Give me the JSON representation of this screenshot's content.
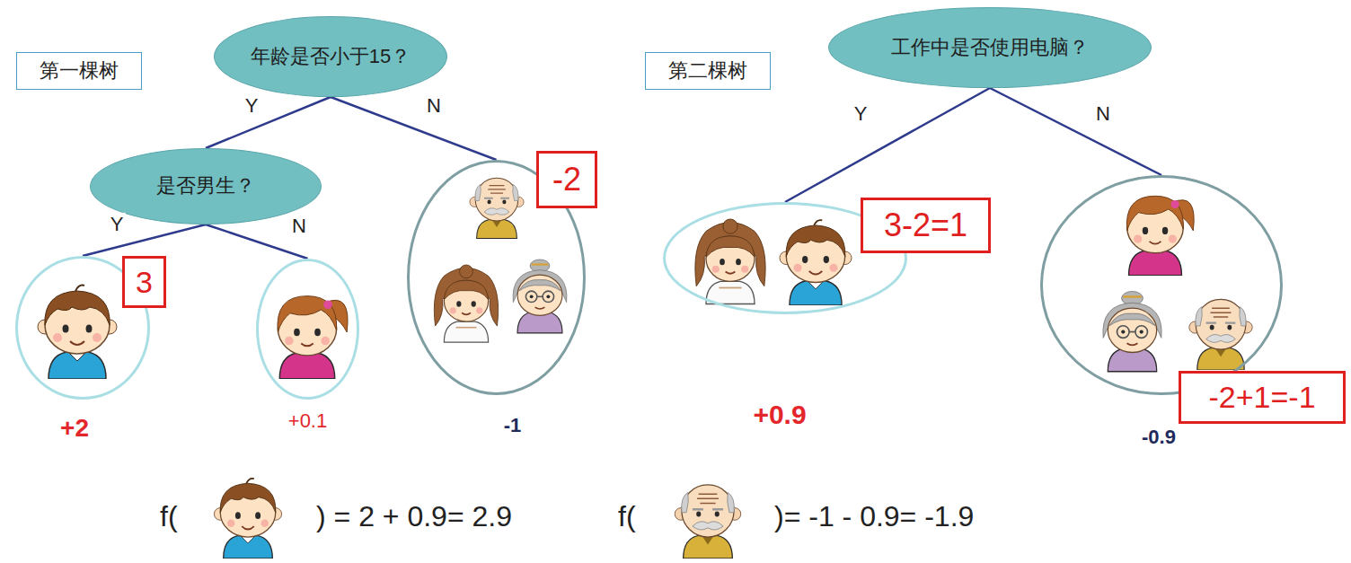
{
  "diagram": {
    "nodes": [
      {
        "text": [
          "第一棵树"
        ]
      },
      {
        "text": [
          "年龄是否小于15？"
        ]
      },
      {
        "text": [
          "是否男生？"
        ]
      },
      {
        "text": [
          "+2"
        ]
      },
      {
        "text": [
          "3"
        ]
      },
      {
        "text": [
          "+0.1"
        ]
      },
      {
        "text": [
          "-1"
        ]
      },
      {
        "text": [
          "-2"
        ]
      },
      {
        "text": [
          "第二棵树"
        ]
      },
      {
        "text": [
          "工作中是否使用电脑？"
        ]
      },
      {
        "text": [
          "+0.9"
        ]
      },
      {
        "text": [
          "3-2=1"
        ]
      },
      {
        "text": [
          "-0.9"
        ]
      },
      {
        "text": [
          "-2+1=-1"
        ]
      }
    ],
    "edges": [
      {
        "from": 1,
        "to": 2,
        "arrow": "none",
        "label": "Y"
      },
      {
        "from": 1,
        "to": 6,
        "arrow": "none",
        "label": "N"
      },
      {
        "from": 2,
        "to": 3,
        "arrow": "none",
        "label": "Y"
      },
      {
        "from": 2,
        "to": 5,
        "arrow": "none",
        "label": "N"
      },
      {
        "from": 9,
        "to": 10,
        "arrow": "none",
        "label": "Y"
      },
      {
        "from": 9,
        "to": 12,
        "arrow": "none",
        "label": "N"
      }
    ],
    "labels": [
      "f(",
      ") = 2 + 0.9= 2.9",
      "f(",
      ")= -1 - 0.9= -1.9"
    ]
  }
}
